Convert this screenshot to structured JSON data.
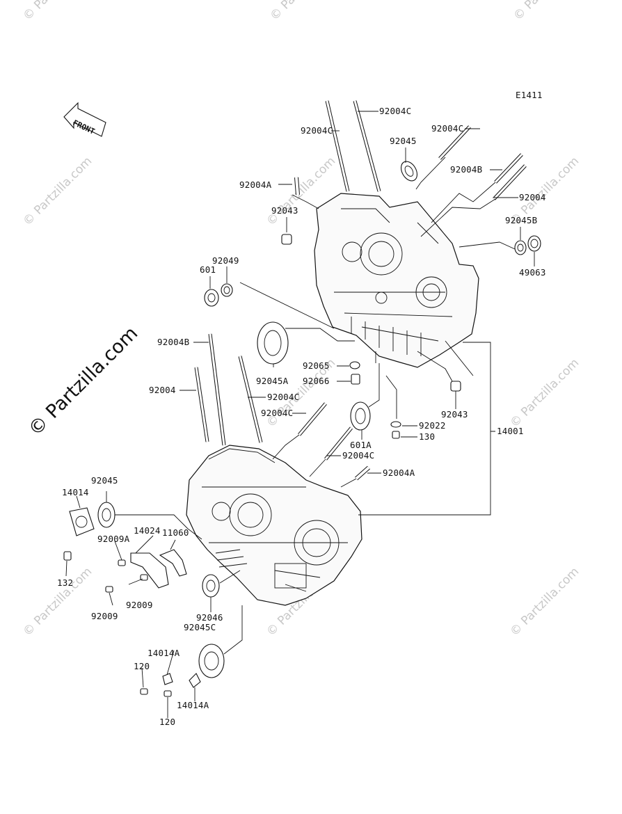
{
  "diagram_code": "E1411",
  "front_label": "FRONT",
  "watermark_text": "© Partzilla.com",
  "watermark_main": "© Partzilla.com",
  "labels": {
    "l_92004C_a": "92004C",
    "l_92004C_b": "92004C",
    "l_92004C_c": "92004C",
    "l_92045_top": "92045",
    "l_92004B_top": "92004B",
    "l_92004A_top": "92004A",
    "l_92004_top": "92004",
    "l_92043_top": "92043",
    "l_92045B": "92045B",
    "l_49063": "49063",
    "l_92049": "92049",
    "l_601": "601",
    "l_92004B_mid": "92004B",
    "l_92065": "92065",
    "l_92066": "92066",
    "l_92045A": "92045A",
    "l_92004_mid": "92004",
    "l_92004C_mid1": "92004C",
    "l_92004C_mid2": "92004C",
    "l_92043_mid": "92043",
    "l_92022": "92022",
    "l_130": "130",
    "l_14001": "14001",
    "l_601A": "601A",
    "l_92004C_low": "92004C",
    "l_92004A_low": "92004A",
    "l_92045_left": "92045",
    "l_14014": "14014",
    "l_14024": "14024",
    "l_92009A": "92009A",
    "l_11060": "11060",
    "l_132": "132",
    "l_92009_a": "92009",
    "l_92009_b": "92009",
    "l_92046": "92046",
    "l_92045C": "92045C",
    "l_14014A_a": "14014A",
    "l_120_a": "120",
    "l_120_b": "120",
    "l_14014A_b": "14014A"
  }
}
